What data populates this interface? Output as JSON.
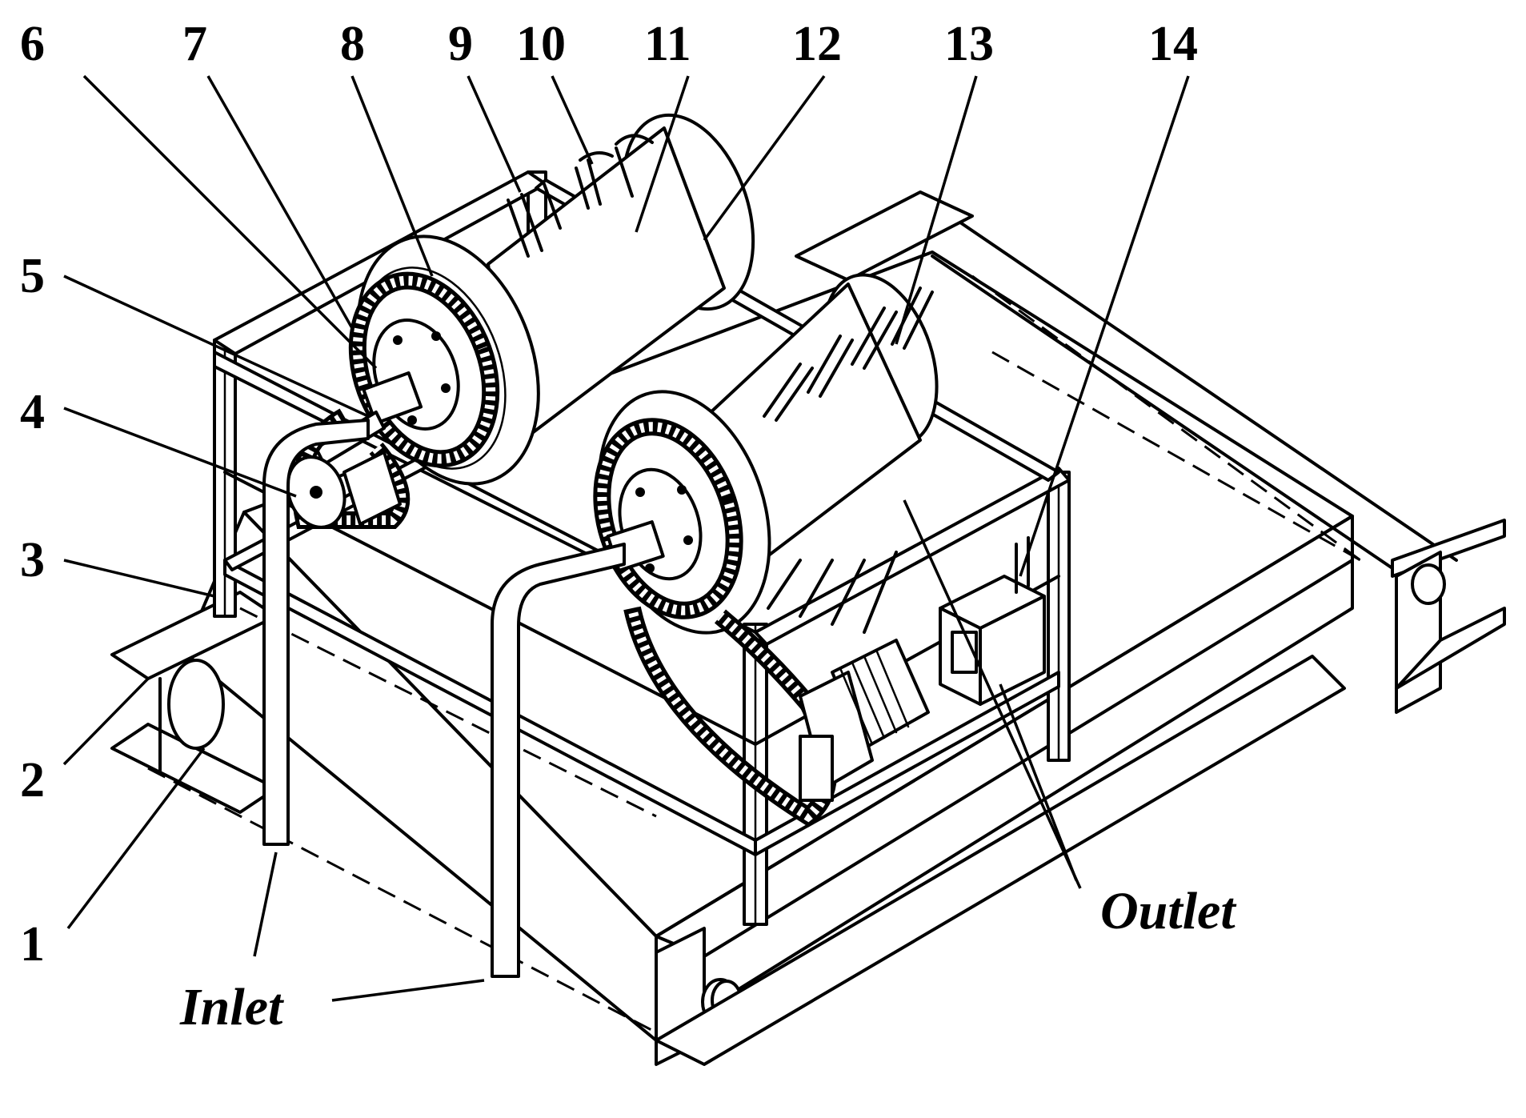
{
  "figure": {
    "callouts": [
      "1",
      "2",
      "3",
      "4",
      "5",
      "6",
      "7",
      "8",
      "9",
      "10",
      "11",
      "12",
      "13",
      "14"
    ],
    "inlet_label": "Inlet",
    "outlet_label": "Outlet"
  }
}
